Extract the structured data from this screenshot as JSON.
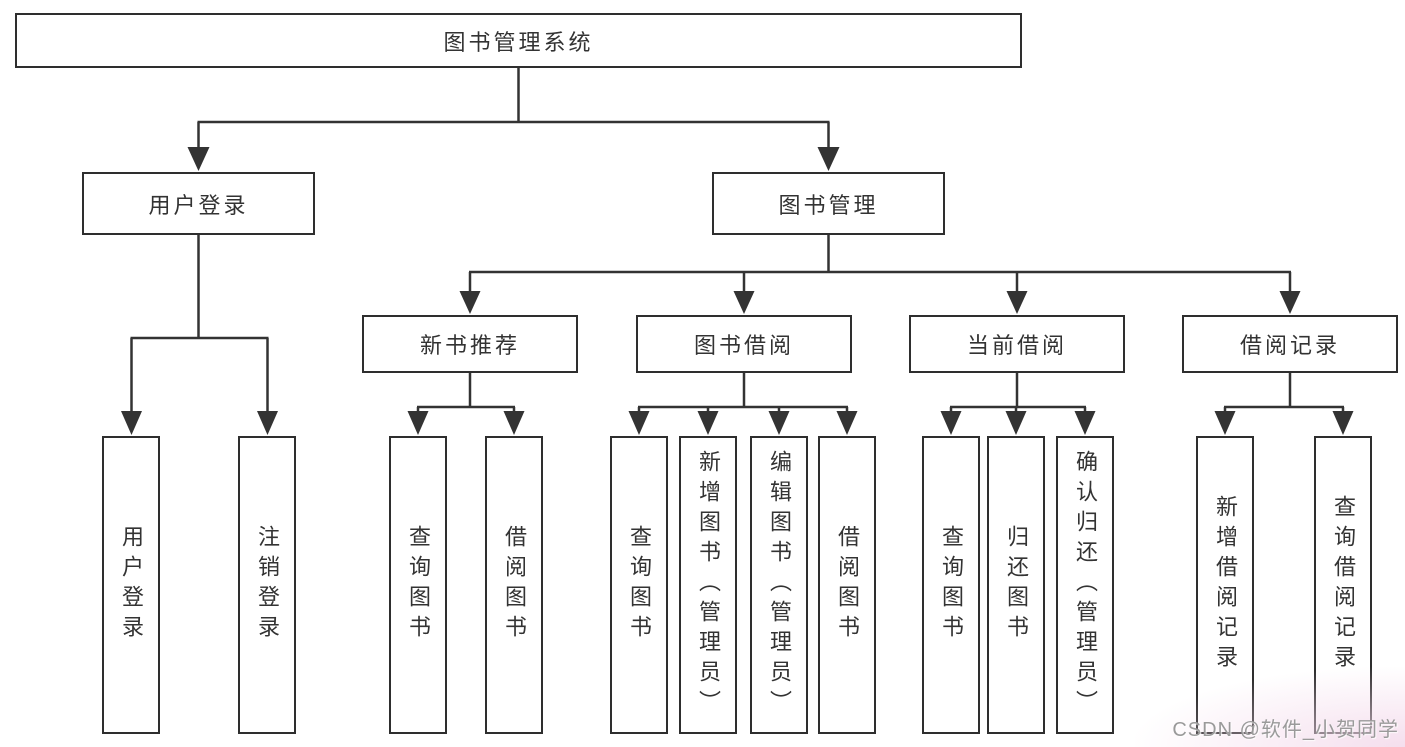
{
  "tree": {
    "root": {
      "label": "图书管理系统"
    },
    "branches": [
      {
        "label": "用户登录",
        "children": [
          {
            "label": "用户登录"
          },
          {
            "label": "注销登录"
          }
        ]
      },
      {
        "label": "图书管理",
        "children": [
          {
            "label": "新书推荐",
            "children": [
              {
                "label": "查询图书"
              },
              {
                "label": "借阅图书"
              }
            ]
          },
          {
            "label": "图书借阅",
            "children": [
              {
                "label": "查询图书"
              },
              {
                "label": "新增图书（管理员）"
              },
              {
                "label": "编辑图书（管理员）"
              },
              {
                "label": "借阅图书"
              }
            ]
          },
          {
            "label": "当前借阅",
            "children": [
              {
                "label": "查询图书"
              },
              {
                "label": "归还图书"
              },
              {
                "label": "确认归还（管理员）"
              }
            ]
          },
          {
            "label": "借阅记录",
            "children": [
              {
                "label": "新增借阅记录"
              },
              {
                "label": "查询借阅记录"
              }
            ]
          }
        ]
      }
    ]
  },
  "watermark": {
    "text": "CSDN @软件_小贺同学"
  },
  "colors": {
    "box_border": "#2e2e2e",
    "line": "#333333",
    "box_fill": "#ffffff",
    "text": "#333333",
    "watermark_text": "#9a9a9a",
    "corner_tint": "#f2d6e9"
  }
}
